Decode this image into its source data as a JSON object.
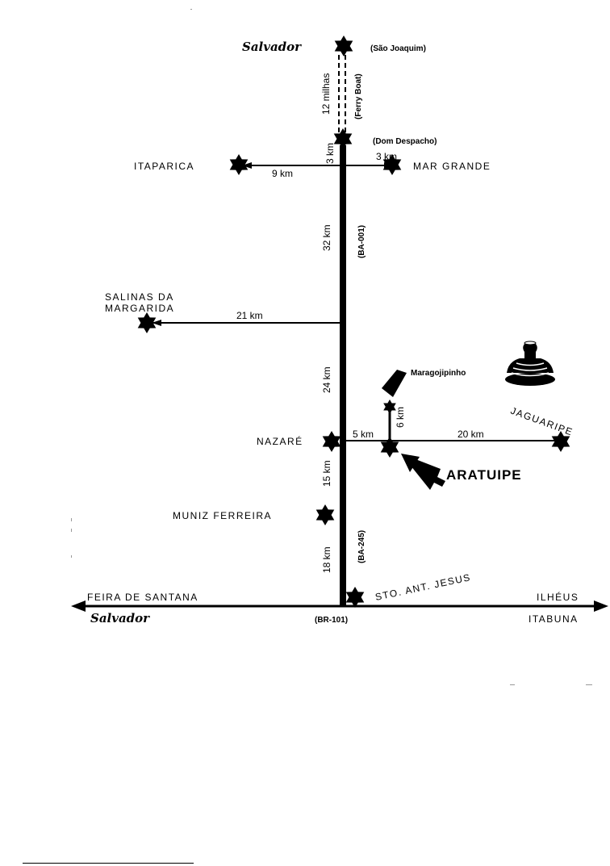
{
  "places": {
    "salvador_top": "Salvador",
    "sao_joaquim": "(São Joaquim)",
    "dom_despacho": "(Dom Despacho)",
    "itaparica": "ITAPARICA",
    "mar_grande": "MAR GRANDE",
    "salinas_line1": "SALINAS DA",
    "salinas_line2": "MARGARIDA",
    "maragojipinho": "Maragojipinho",
    "jaguaripe": "JAGUARIPE",
    "nazare": "NAZARÉ",
    "aratuipe": "ARATUIPE",
    "muniz_ferreira": "MUNIZ FERREIRA",
    "sto_ant_jesus": "STO. ANT. JESUS",
    "feira_de_santana": "FEIRA DE SANTANA",
    "salvador_bottom": "Salvador",
    "ilheus": "ILHÉUS",
    "itabuna": "ITABUNA"
  },
  "roads": {
    "ba001": "(BA-001)",
    "ba245": "(BA-245)",
    "br101": "(BR-101)"
  },
  "distances": {
    "ferry": "12 milhas",
    "ferry_boat": "(Ferry Boat)",
    "dom_to_junction": "3 km",
    "to_mar_grande": "3 km",
    "to_itaparica": "9 km",
    "to_salinas_junction": "32 km",
    "to_salinas": "21 km",
    "to_nazare": "24 km",
    "nazare_to_aratuipe": "5 km",
    "aratuipe_to_maragojipinho": "6 km",
    "aratuipe_to_jaguaripe": "20 km",
    "nazare_to_muniz": "15 km",
    "to_br101": "18 km"
  },
  "colors": {
    "ink": "#000000",
    "paper": "#ffffff"
  },
  "icons": [
    "star-marker-icon",
    "arrow-pointer-icon",
    "ceramic-pot-icon"
  ]
}
